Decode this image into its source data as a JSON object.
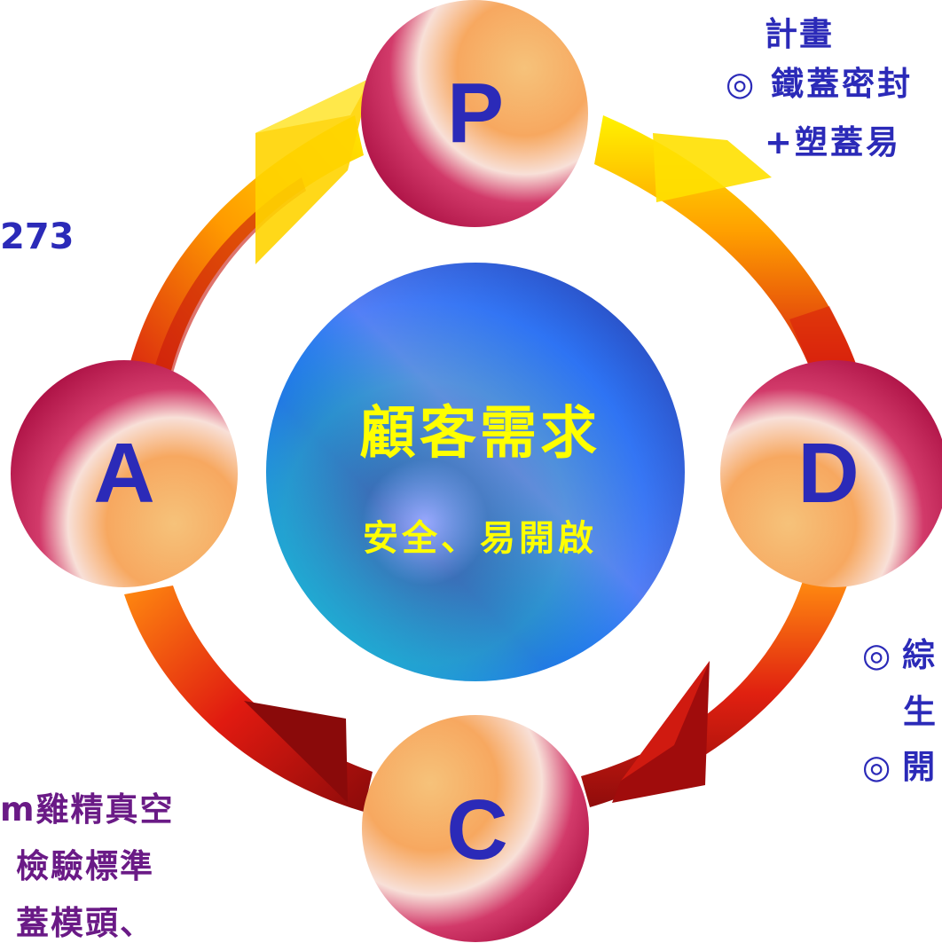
{
  "center": {
    "title": "顧客需求",
    "subtitle": "安全、易開啟"
  },
  "nodes": {
    "p": "P",
    "d": "D",
    "c": "C",
    "a": "A"
  },
  "plan_text": {
    "title": "計畫",
    "line1": "◎ 鐵蓋密封",
    "line2": "+塑蓋易"
  },
  "left_text": {
    "number": "273"
  },
  "do_text": {
    "line1": "◎ 綜",
    "line2": "生",
    "line3": "◎ 開"
  },
  "act_text": {
    "line1": "m雞精真空",
    "line2": "檢驗標準",
    "line3": "蓋模頭、"
  },
  "colors": {
    "node_text": "#2b2ab8",
    "center_text": "#ffff00",
    "arrow_light": "#ffd000",
    "arrow_mid": "#ff7a00",
    "arrow_dark": "#c01010",
    "sphere_light": "#f5b060",
    "sphere_dark": "#b8104a",
    "center_blue": "#1a6ef0"
  }
}
